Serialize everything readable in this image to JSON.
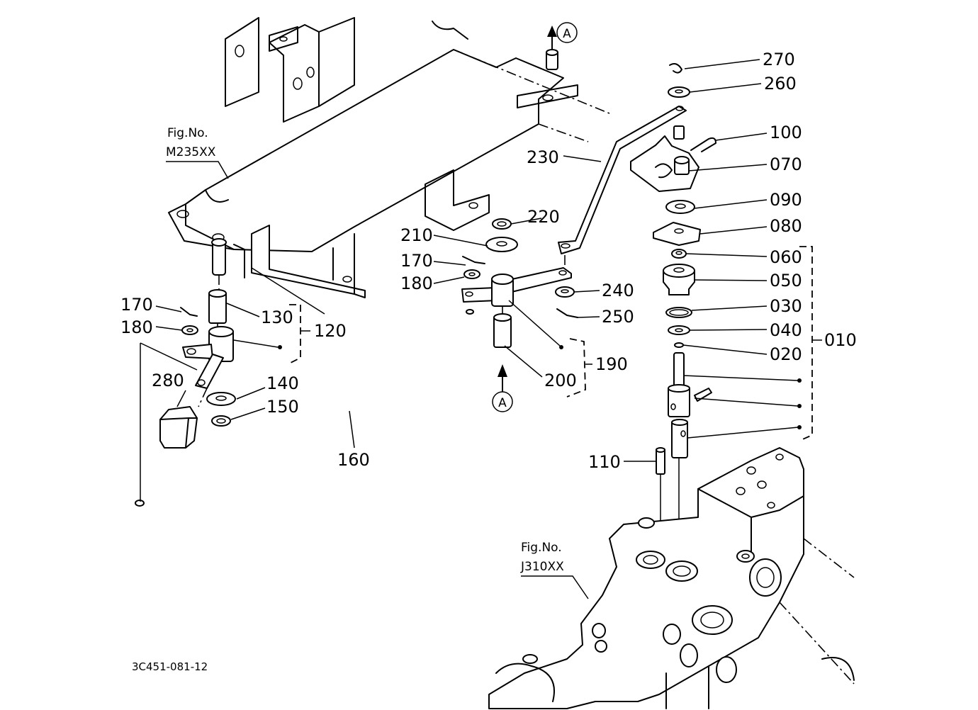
{
  "diagram": {
    "document_code": "3C451-081-12",
    "figure_refs": [
      {
        "line1": "Fig.No.",
        "line2": "M235XX"
      },
      {
        "line1": "Fig.No.",
        "line2": "J310XX"
      }
    ],
    "arrow_marker": "A",
    "callouts": {
      "p270": "270",
      "p260": "260",
      "p100": "100",
      "p070": "070",
      "p090": "090",
      "p080": "080",
      "p060": "060",
      "p050": "050",
      "p030": "030",
      "p040": "040",
      "p020": "020",
      "p010": "010",
      "p110": "110",
      "p230": "230",
      "p220": "220",
      "p210": "210",
      "p170a": "170",
      "p180a": "180",
      "p240": "240",
      "p250": "250",
      "p190": "190",
      "p200": "200",
      "p170b": "170",
      "p180b": "180",
      "p130": "130",
      "p120": "120",
      "p280": "280",
      "p140": "140",
      "p150": "150",
      "p160": "160"
    }
  }
}
